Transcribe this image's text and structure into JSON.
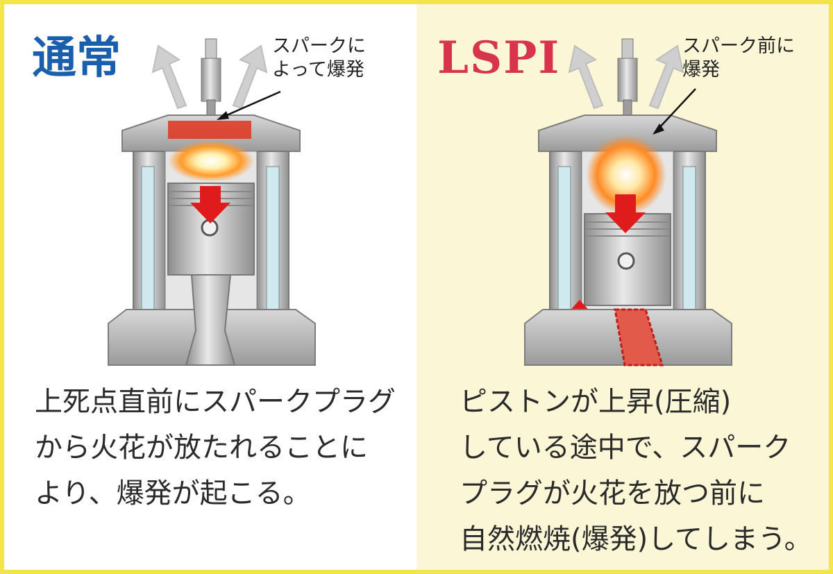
{
  "normal": {
    "heading": "通常",
    "callout_lines": [
      "スパークに",
      "よって爆発"
    ],
    "caption_lines": [
      "上死点直前にスパークプラグ",
      "から火花が放たれることに",
      "より、爆発が起こる。"
    ]
  },
  "lspi": {
    "heading": "LSPI",
    "callout_lines": [
      "スパーク前に",
      "爆発"
    ],
    "caption_lines": [
      "ピストンが上昇(圧縮)",
      "している途中で、スパーク",
      "プラグが火花を放つ前に",
      "自然燃焼(爆発)してしまう。"
    ]
  },
  "colors": {
    "normal_heading": "#1a5fae",
    "lspi_heading": "#d8344e",
    "arrow_red": "#e01b1b",
    "frame_yellow": "#f3e44a"
  }
}
